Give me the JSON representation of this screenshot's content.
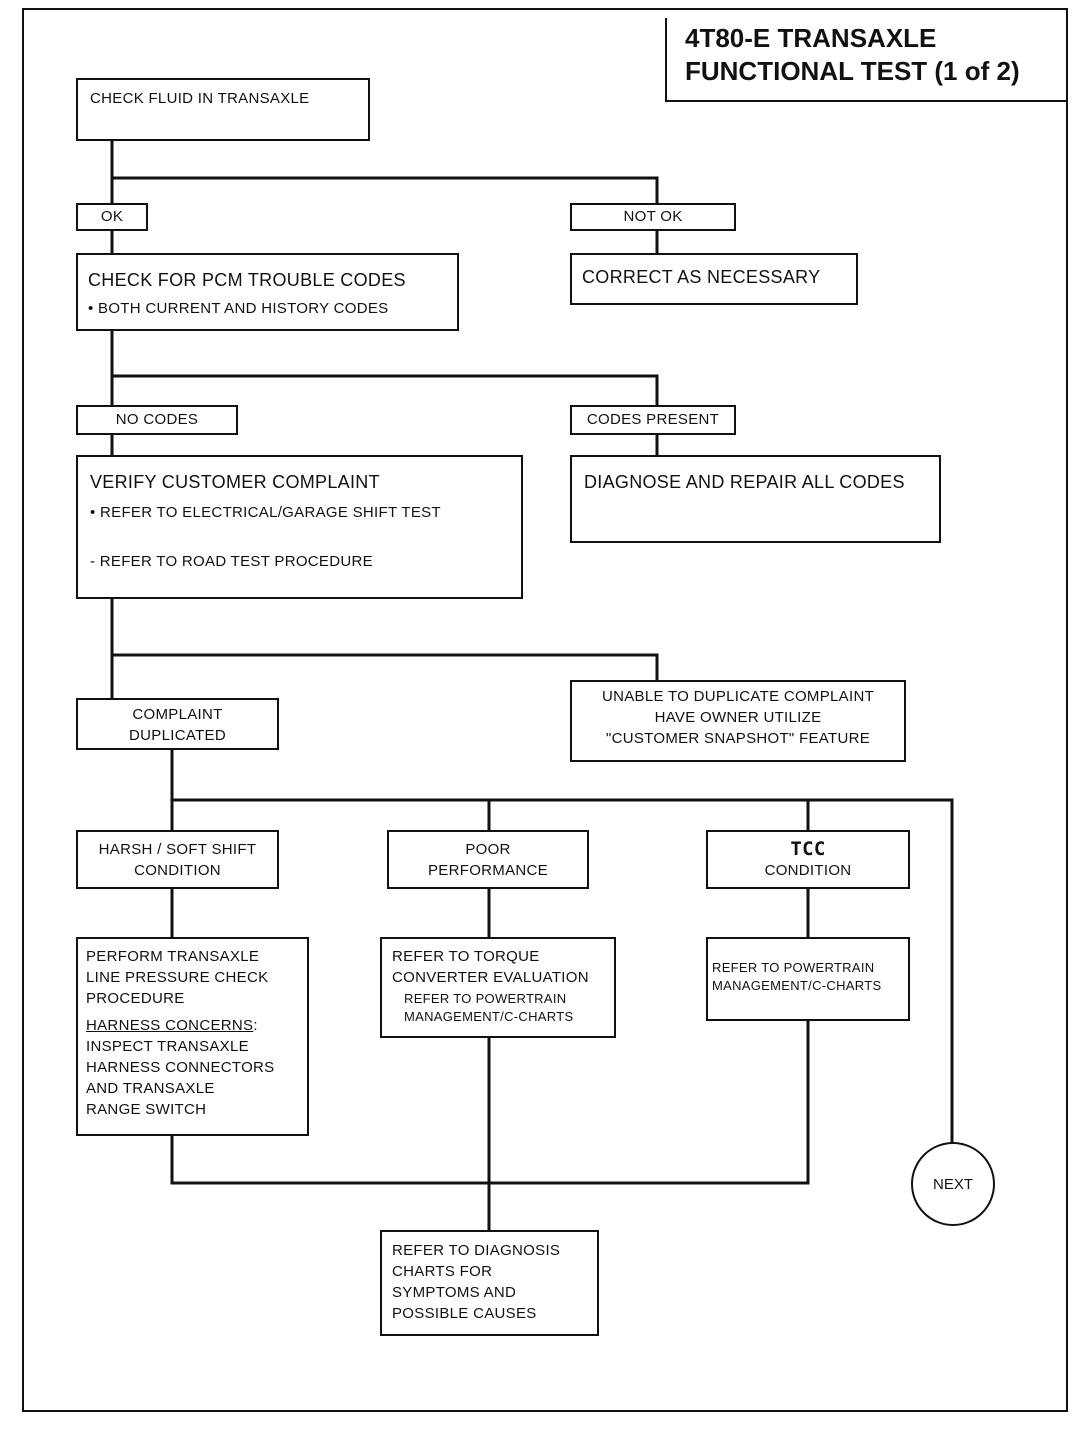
{
  "title": {
    "line1": "4T80-E TRANSAXLE",
    "line2": "FUNCTIONAL TEST (1 of 2)"
  },
  "nodes": {
    "check_fluid": "CHECK FLUID IN TRANSAXLE",
    "ok": "OK",
    "not_ok": "NOT OK",
    "check_codes": {
      "heading": "CHECK FOR PCM TROUBLE CODES",
      "bullet": "•  BOTH CURRENT AND  HISTORY CODES"
    },
    "correct": "CORRECT AS NECESSARY",
    "no_codes": "NO CODES",
    "codes_present": "CODES PRESENT",
    "verify": {
      "heading": "VERIFY CUSTOMER COMPLAINT",
      "bullet1": "•  REFER TO ELECTRICAL/GARAGE SHIFT TEST",
      "bullet2": "-  REFER TO ROAD TEST PROCEDURE"
    },
    "diagnose": "DIAGNOSE AND REPAIR ALL CODES",
    "complaint_dup": {
      "line1": "COMPLAINT",
      "line2": "DUPLICATED"
    },
    "unable": {
      "line1": "UNABLE TO DUPLICATE COMPLAINT",
      "line2": "HAVE OWNER UTILIZE",
      "line3": "\"CUSTOMER SNAPSHOT\" FEATURE"
    },
    "harsh": {
      "line1": "HARSH / SOFT SHIFT",
      "line2": "CONDITION"
    },
    "poor": {
      "line1": "POOR",
      "line2": "PERFORMANCE"
    },
    "tcc": {
      "line1": "TCC",
      "line2": "CONDITION"
    },
    "perform": {
      "line1": "PERFORM TRANSAXLE",
      "line2": "LINE PRESSURE CHECK",
      "line3": "PROCEDURE",
      "harness_label": "HARNESS CONCERNS",
      "harness_colon": ":",
      "line5": "INSPECT TRANSAXLE",
      "line6": "HARNESS CONNECTORS",
      "line7": "AND TRANSAXLE",
      "line8": "RANGE SWITCH"
    },
    "torque": {
      "line1": "REFER TO TORQUE",
      "line2": "CONVERTER EVALUATION",
      "line3": "REFER TO POWERTRAIN",
      "line4": "MANAGEMENT/C-CHARTS"
    },
    "powertrain": {
      "line1": "REFER TO POWERTRAIN",
      "line2": "MANAGEMENT/C-CHARTS"
    },
    "next": "NEXT",
    "diag_charts": {
      "line1": "REFER TO DIAGNOSIS",
      "line2": "CHARTS FOR",
      "line3": "SYMPTOMS AND",
      "line4": "POSSIBLE CAUSES"
    }
  }
}
